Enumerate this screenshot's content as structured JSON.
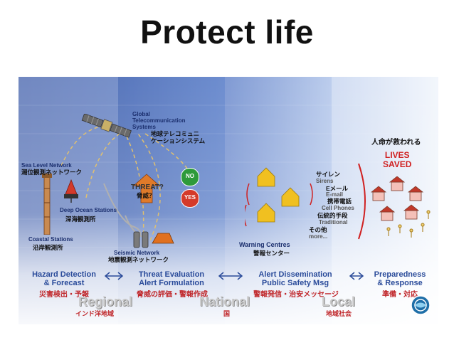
{
  "title": "Protect life",
  "diagram": {
    "satellite": {
      "label_en": "Global\nTelecommunication\nSystems",
      "label_jp": "地球テレコミュニ\nケーションシステム"
    },
    "sea_level": {
      "label_en": "Sea Level Network",
      "label_jp": "潮位観測ネットワーク"
    },
    "deep_ocean": {
      "label_en": "Deep Ocean Stations",
      "label_jp": "深海観測所"
    },
    "coastal": {
      "label_en": "Coastal Stations",
      "label_jp": "沿岸観測所"
    },
    "seismic": {
      "label_en": "Seismic Network",
      "label_jp": "地震観測ネットワーク"
    },
    "threat": {
      "label_en": "THREAT?",
      "label_jp": "脅威？",
      "yes": "YES",
      "no": "NO"
    },
    "warning_centres": {
      "label_en": "Warning Centres",
      "label_jp": "警報センター"
    },
    "channels": {
      "sirens_jp": "サイレン",
      "sirens_en": "Sirens",
      "email_jp": "Eメール",
      "email_en": "E-mail",
      "phones_jp": "携帯電話",
      "phones_en": "Cell Phones",
      "traditional_jp": "伝統的手段",
      "traditional_en": "Traditional",
      "other_jp": "その他",
      "other_en": "more..."
    },
    "lives": {
      "label_jp": "人命が救われる",
      "label_en": "LIVES\nSAVED"
    }
  },
  "stages": [
    {
      "en": "Hazard Detection\n& Forecast",
      "jp": "災害検出・予報"
    },
    {
      "en": "Threat Evaluation\nAlert Formulation",
      "jp": "脅威の評価・警報作成"
    },
    {
      "en": "Alert Dissemination\nPublic Safety Msg",
      "jp": "警報発信・治安メッセージ"
    },
    {
      "en": "Preparedness\n& Response",
      "jp": "準備・対応"
    }
  ],
  "scopes": [
    {
      "en": "Regional",
      "jp": "インド洋地域"
    },
    {
      "en": "National",
      "jp": "国"
    },
    {
      "en": "Local",
      "jp": "地域社会"
    }
  ],
  "colors": {
    "band_blue": "#0e2f8f",
    "band_mid": "#5a7fd0",
    "label_red": "#d02020",
    "stage_blue": "#2a4b9a",
    "house_yellow": "#f0c020"
  }
}
